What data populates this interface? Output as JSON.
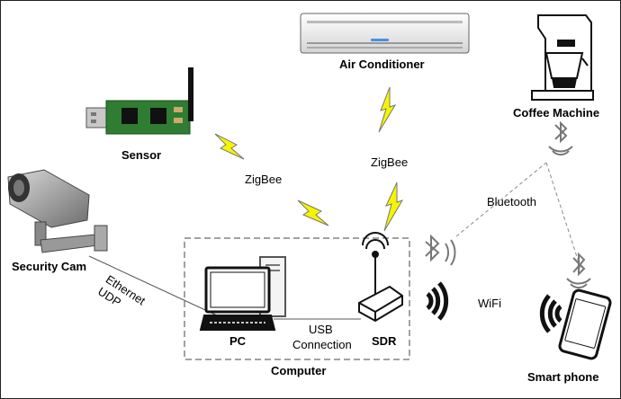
{
  "devices": {
    "air_conditioner": "Air Conditioner",
    "coffee_machine": "Coffee Machine",
    "sensor": "Sensor",
    "security_cam": "Security Cam",
    "pc": "PC",
    "sdr": "SDR",
    "computer": "Computer",
    "smart_phone": "Smart phone"
  },
  "links": {
    "zigbee_left": "ZigBee",
    "zigbee_right": "ZigBee",
    "bluetooth": "Bluetooth",
    "wifi": "WiFi",
    "ethernet_line1": "Ethernet",
    "ethernet_line2": "UDP",
    "usb_line1": "USB",
    "usb_line2": "Connection"
  },
  "icons": {
    "zigbee": "lightning-bolt-icon",
    "bluetooth": "bluetooth-icon",
    "wifi": "wifi-signal-icon"
  },
  "colors": {
    "zigbee_bolt": "#f5f500",
    "sensor_board": "#2e7d32",
    "ac_indicator": "#4a90e2"
  }
}
